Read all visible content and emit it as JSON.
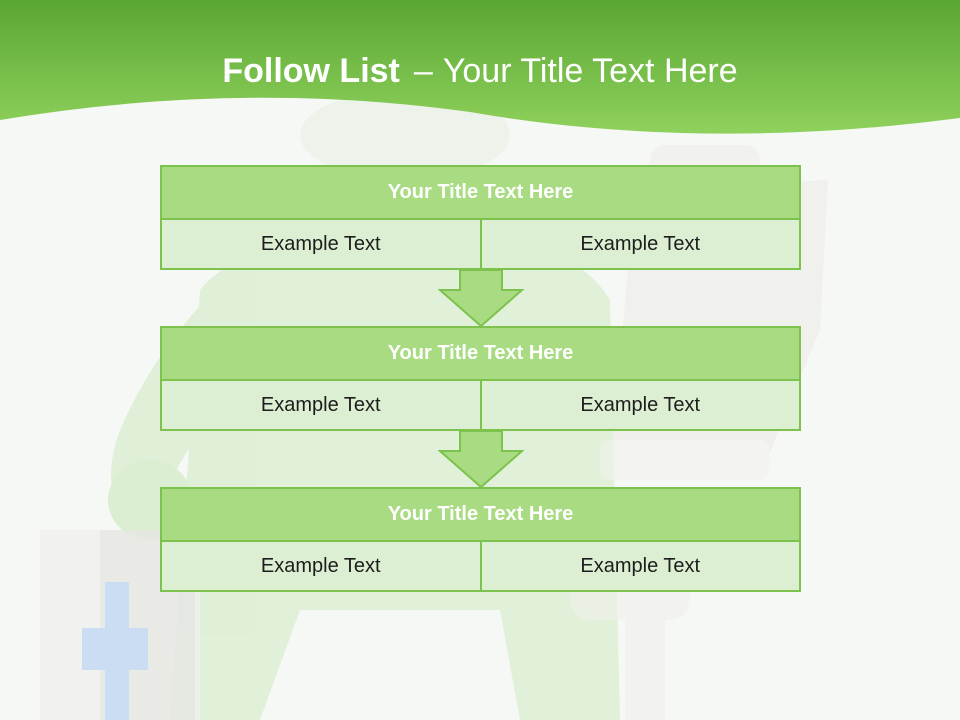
{
  "header": {
    "title_bold": "Follow List",
    "title_dash": "–",
    "title_rest": "Your Title Text Here"
  },
  "colors": {
    "header_green": "#6dbf3b",
    "title_fill": "#a9dc82",
    "cell_fill": "#dcefd2",
    "border": "#7cc24d"
  },
  "background": {
    "description_icon": "medical-figure-with-syringe-and-first-aid-kit"
  },
  "steps": [
    {
      "title": "Your Title Text Here",
      "left": "Example Text",
      "right": "Example Text"
    },
    {
      "title": "Your Title Text Here",
      "left": "Example Text",
      "right": "Example Text"
    },
    {
      "title": "Your Title Text Here",
      "left": "Example Text",
      "right": "Example Text"
    }
  ]
}
